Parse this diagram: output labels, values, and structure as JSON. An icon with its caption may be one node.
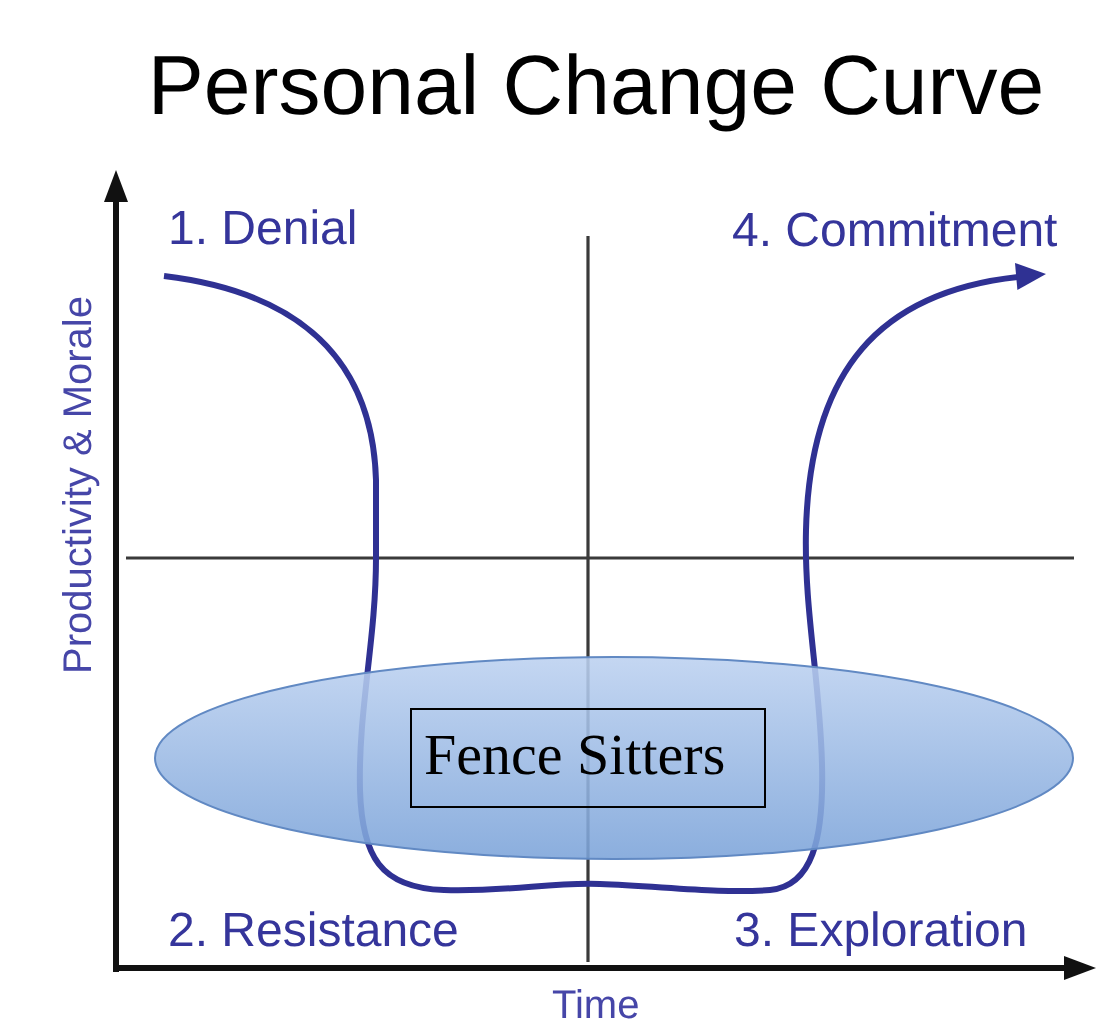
{
  "diagram": {
    "title": "Personal Change Curve",
    "nodes": [
      {
        "text": [],
        "shape": "ellipse"
      },
      {
        "text": [
          "Fence Sitters"
        ],
        "in": 0
      }
    ],
    "labels": [
      "1. Denial",
      "4. Commitment",
      "Productivity & Morale",
      "2. Resistance",
      "3. Exploration",
      "Time"
    ]
  }
}
